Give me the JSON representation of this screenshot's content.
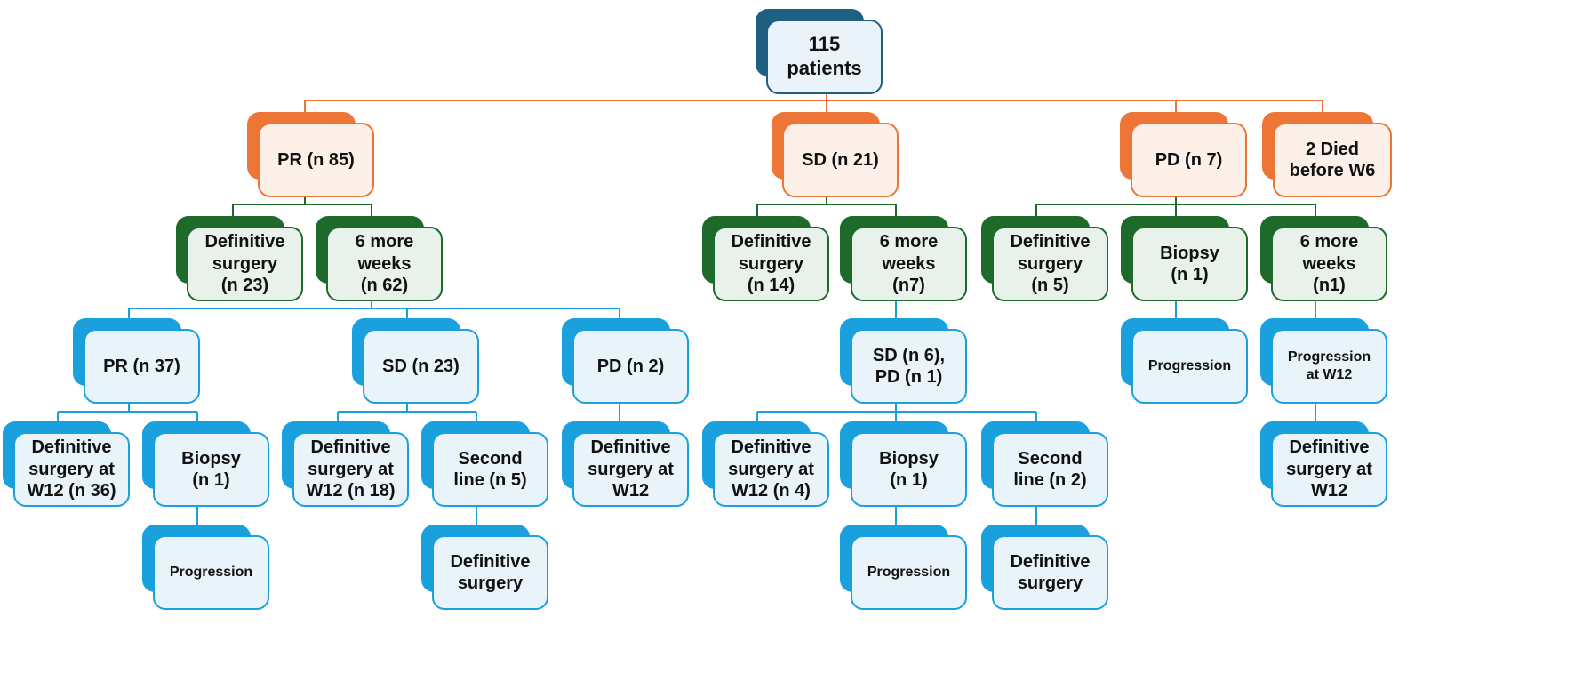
{
  "colors": {
    "root": "#1f5f82",
    "response": "#ed7535",
    "decision": "#1d6a2b",
    "outcome": "#1aa0dd"
  },
  "nodes": {
    "root": "115\npatients",
    "pr": "PR (n 85)",
    "sd": "SD (n 21)",
    "pd": "PD (n 7)",
    "died": "2 Died\nbefore W6",
    "pr_surgery": "Definitive\nsurgery\n(n 23)",
    "pr_more": "6 more\nweeks\n(n 62)",
    "sd_surgery": "Definitive\nsurgery\n(n 14)",
    "sd_more": "6 more\nweeks\n(n7)",
    "pd_surgery": "Definitive\nsurgery\n(n 5)",
    "pd_biopsy": "Biopsy\n(n 1)",
    "pd_more": "6 more\nweeks\n(n1)",
    "pr_pr": "PR (n 37)",
    "pr_sd": "SD (n 23)",
    "pr_pd": "PD (n 2)",
    "sd_sdpd": "SD (n 6),\nPD (n 1)",
    "pd_biopsy_prog": "Progression",
    "pd_more_prog": "Progression\nat W12",
    "prpr_surgery": "Definitive\nsurgery at\nW12 (n 36)",
    "prpr_biopsy": "Biopsy\n(n 1)",
    "prsd_surgery": "Definitive\nsurgery at\nW12 (n 18)",
    "prsd_second": "Second\nline (n 5)",
    "prpd_surgery": "Definitive\nsurgery at\nW12",
    "sdpd_surgery": "Definitive\nsurgery at\nW12 (n 4)",
    "sdpd_biopsy": "Biopsy\n(n 1)",
    "sdpd_second": "Second\nline (n 2)",
    "pdmore_surgery": "Definitive\nsurgery at\nW12",
    "prpr_biopsy_prog": "Progression",
    "prsd_second_surgery": "Definitive\nsurgery",
    "sdpd_biopsy_prog": "Progression",
    "sdpd_second_surgery": "Definitive\nsurgery"
  }
}
